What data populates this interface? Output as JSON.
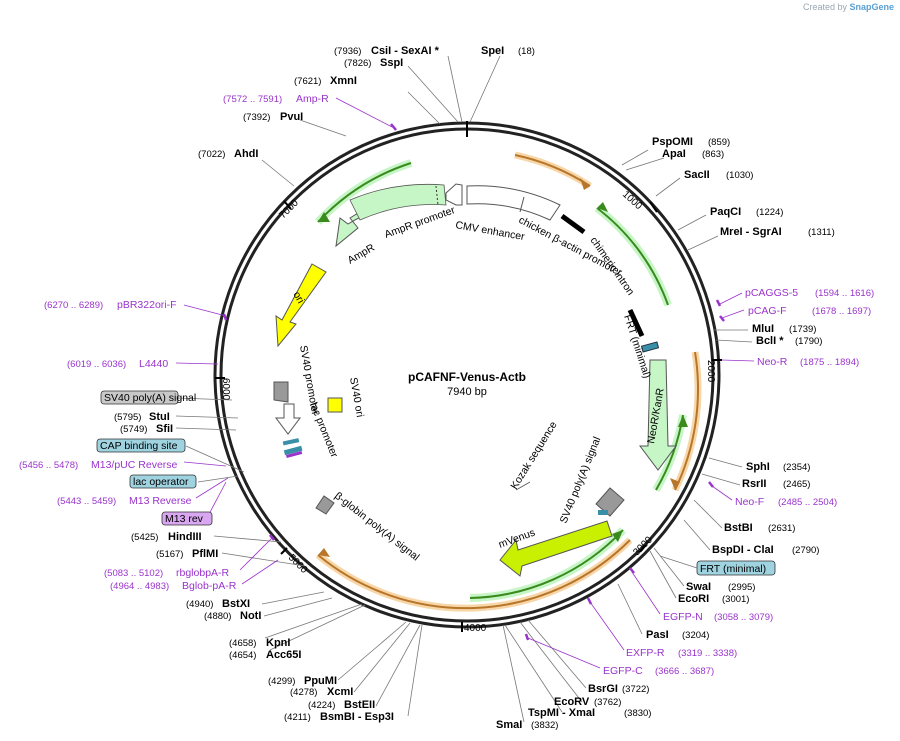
{
  "watermark": {
    "prefix": "Created by",
    "brand": "SnapGene"
  },
  "plasmid": {
    "name": "pCAFNF-Venus-Actb",
    "length_label": "7940 bp",
    "length": 7940
  },
  "ticks": [
    "1000",
    "2000",
    "3000",
    "4000",
    "5000",
    "6000",
    "7000"
  ],
  "sites": [
    {
      "name": "SpeI",
      "pos": "(18)"
    },
    {
      "name": "PspOMI",
      "pos": "(859)"
    },
    {
      "name": "ApaI",
      "pos": "(863)"
    },
    {
      "name": "SacII",
      "pos": "(1030)"
    },
    {
      "name": "PaqCI",
      "pos": "(1224)"
    },
    {
      "name": "MreI  -  SgrAI",
      "pos": "(1311)"
    },
    {
      "name": "MluI",
      "pos": "(1739)"
    },
    {
      "name": "BclI *",
      "pos": "(1790)"
    },
    {
      "name": "SphI",
      "pos": "(2354)"
    },
    {
      "name": "RsrII",
      "pos": "(2465)"
    },
    {
      "name": "BstBI",
      "pos": "(2631)"
    },
    {
      "name": "BspDI  -  ClaI",
      "pos": "(2790)"
    },
    {
      "name": "SwaI",
      "pos": "(2995)"
    },
    {
      "name": "EcoRI",
      "pos": "(3001)"
    },
    {
      "name": "PasI",
      "pos": "(3204)"
    },
    {
      "name": "BsrGI",
      "pos": "(3722)"
    },
    {
      "name": "EcoRV",
      "pos": "(3762)"
    },
    {
      "name": "TspMI  -  XmaI",
      "pos": "(3830)"
    },
    {
      "name": "SmaI",
      "pos": "(3832)"
    },
    {
      "name": "BsmBI  -  Esp3I",
      "pos": "(4211)"
    },
    {
      "name": "BstEII",
      "pos": "(4224)"
    },
    {
      "name": "XcmI",
      "pos": "(4278)"
    },
    {
      "name": "PpuMI",
      "pos": "(4299)"
    },
    {
      "name": "Acc65I",
      "pos": "(4654)"
    },
    {
      "name": "KpnI",
      "pos": "(4658)"
    },
    {
      "name": "NotI",
      "pos": "(4880)"
    },
    {
      "name": "BstXI",
      "pos": "(4940)"
    },
    {
      "name": "PflMI",
      "pos": "(5167)"
    },
    {
      "name": "HindIII",
      "pos": "(5425)"
    },
    {
      "name": "SfiI",
      "pos": "(5749)"
    },
    {
      "name": "StuI",
      "pos": "(5795)"
    },
    {
      "name": "AhdI",
      "pos": "(7022)"
    },
    {
      "name": "PvuI",
      "pos": "(7392)"
    },
    {
      "name": "XmnI",
      "pos": "(7621)"
    },
    {
      "name": "SspI",
      "pos": "(7826)"
    },
    {
      "name": "CsiI  -  SexAI *",
      "pos": "(7936)"
    }
  ],
  "primers": [
    {
      "name": "pCAGGS-5",
      "range": "(1594 .. 1616)"
    },
    {
      "name": "pCAG-F",
      "range": "(1678 .. 1697)"
    },
    {
      "name": "Neo-R",
      "range": "(1875 .. 1894)"
    },
    {
      "name": "Neo-F",
      "range": "(2485 .. 2504)"
    },
    {
      "name": "EGFP-N",
      "range": "(3058 .. 3079)"
    },
    {
      "name": "EXFP-R",
      "range": "(3319 .. 3338)"
    },
    {
      "name": "EGFP-C",
      "range": "(3666 .. 3687)"
    },
    {
      "name": "Bglob-pA-R",
      "range": "(4964 .. 4983)"
    },
    {
      "name": "rbglobpA-R",
      "range": "(5083 .. 5102)"
    },
    {
      "name": "M13 Reverse",
      "range": "(5443 .. 5459)"
    },
    {
      "name": "M13/pUC Reverse",
      "range": "(5456 .. 5478)"
    },
    {
      "name": "L4440",
      "range": "(6019 .. 6036)"
    },
    {
      "name": "pBR322ori-F",
      "range": "(6270 .. 6289)"
    },
    {
      "name": "Amp-R",
      "range": "(7572 .. 7591)"
    }
  ],
  "boxed_labels": [
    {
      "text": "FRT (minimal)",
      "color": "#9fd3e0"
    },
    {
      "text": "M13 rev",
      "color": "#d9a6f0"
    },
    {
      "text": "lac operator",
      "color": "#9fd3e0"
    },
    {
      "text": "CAP binding site",
      "color": "#9fd3e0"
    },
    {
      "text": "SV40 poly(A) signal",
      "color": "#c8c8c8"
    }
  ],
  "features": {
    "cmv": "CMV enhancer",
    "cba": "chicken β-actin promoter",
    "intron": "chimeric intron",
    "frt": "FRT (minimal)",
    "neo": "NeoR/KanR",
    "sv40pa": "SV40 poly(A) signal",
    "kozak": "Kozak sequence",
    "venus": "mVenus",
    "bglob": "β-globin poly(A) signal",
    "lacp": "lac promoter",
    "sv40ori": "SV40 ori",
    "sv40p": "SV40 promoter",
    "ori": "ori",
    "ampr": "AmpR",
    "amprp": "AmpR promoter"
  },
  "colors": {
    "backbone": "#222222",
    "orf_orange": "#b8762a",
    "orf_highlight": "#f7d6a8",
    "green_fill": "#c6f5c6",
    "green_line": "#3a8a1e",
    "venus": "#c8f000",
    "ori": "#ffff00",
    "primer": "#9a33cc",
    "frt": "#3a8fa8"
  }
}
